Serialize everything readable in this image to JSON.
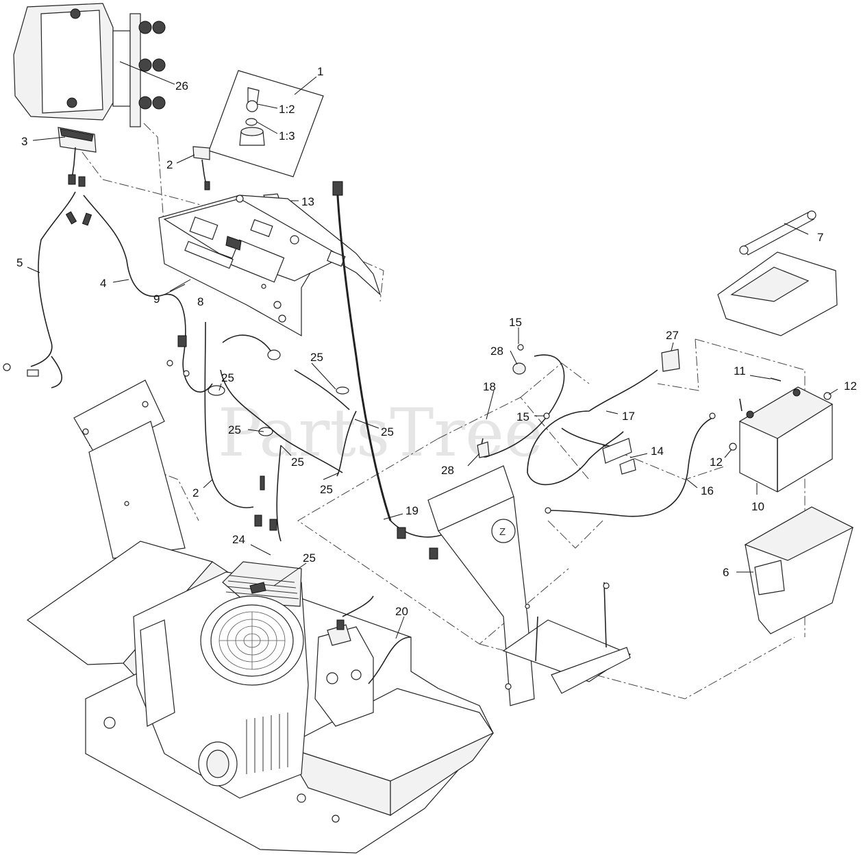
{
  "diagram": {
    "watermark": "PartsTree",
    "callouts": [
      {
        "id": "c1",
        "text": "1"
      },
      {
        "id": "c1-2",
        "text": "1:2"
      },
      {
        "id": "c1-3",
        "text": "1:3"
      },
      {
        "id": "c2a",
        "text": "2"
      },
      {
        "id": "c2b",
        "text": "2"
      },
      {
        "id": "c3",
        "text": "3"
      },
      {
        "id": "c4",
        "text": "4"
      },
      {
        "id": "c5",
        "text": "5"
      },
      {
        "id": "c6",
        "text": "6"
      },
      {
        "id": "c7",
        "text": "7"
      },
      {
        "id": "c8",
        "text": "8"
      },
      {
        "id": "c9",
        "text": "9"
      },
      {
        "id": "c10",
        "text": "10"
      },
      {
        "id": "c11",
        "text": "11"
      },
      {
        "id": "c12a",
        "text": "12"
      },
      {
        "id": "c12b",
        "text": "12"
      },
      {
        "id": "c13",
        "text": "13"
      },
      {
        "id": "c14",
        "text": "14"
      },
      {
        "id": "c15a",
        "text": "15"
      },
      {
        "id": "c15b",
        "text": "15"
      },
      {
        "id": "c16",
        "text": "16"
      },
      {
        "id": "c17",
        "text": "17"
      },
      {
        "id": "c18",
        "text": "18"
      },
      {
        "id": "c19",
        "text": "19"
      },
      {
        "id": "c20",
        "text": "20"
      },
      {
        "id": "c24",
        "text": "24"
      },
      {
        "id": "c25a",
        "text": "25"
      },
      {
        "id": "c25b",
        "text": "25"
      },
      {
        "id": "c25c",
        "text": "25"
      },
      {
        "id": "c25d",
        "text": "25"
      },
      {
        "id": "c25e",
        "text": "25"
      },
      {
        "id": "c25f",
        "text": "25"
      },
      {
        "id": "c25g",
        "text": "25"
      },
      {
        "id": "c26",
        "text": "26"
      },
      {
        "id": "c27",
        "text": "27"
      },
      {
        "id": "c28a",
        "text": "28"
      },
      {
        "id": "c28b",
        "text": "28"
      }
    ]
  }
}
